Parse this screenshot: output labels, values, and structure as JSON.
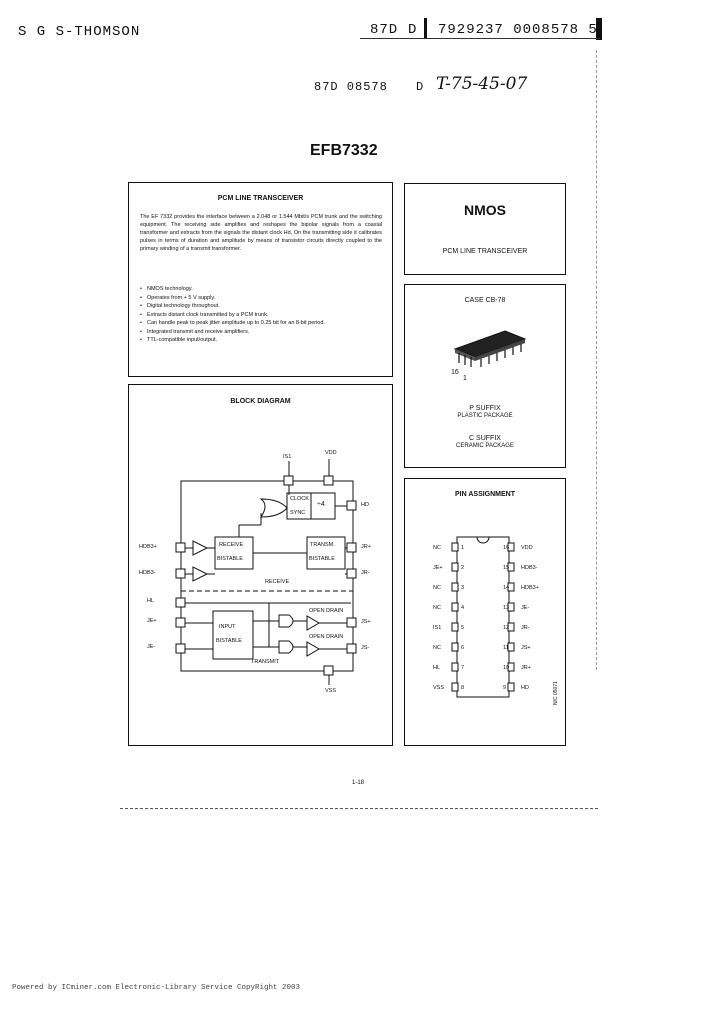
{
  "header": {
    "company": "S G S-THOMSON",
    "code_left": "87D",
    "code_d": "D",
    "code_right": "7929237 0008578 5",
    "sub_code": "87D 08578",
    "sub_d": "D",
    "handwritten": "T-75-45-07"
  },
  "title": "EFB7332",
  "description": {
    "heading": "PCM LINE TRANSCEIVER",
    "paragraph": "The EF 7332 provides the interface between a 2.048 or 1.544 Mbit/s PCM trunk and the switching equipment. The receiving side amplifies and reshapes the bipolar signals from a coaxial transformer and extracts from the signals the distant clock Hd. On the transmitting side it calibrates pulses in terms of duration and amplitude by means of transistor circuits directly coupled to the primary winding of a transmit transformer.",
    "features": [
      "NMOS technology.",
      "Operates from + 5 V supply.",
      "Digital technology throughout.",
      "Extracts distant clock transmitted by a PCM trunk.",
      "Can handle peak to peak jitter amplitude up to 0.25 bit for an 8-bit period.",
      "Integrated transmit and receive amplifiers.",
      "TTL-compatible input/output."
    ]
  },
  "side": {
    "tech": "NMOS",
    "product": "PCM LINE TRANSCEIVER",
    "case": "CASE CB-78",
    "pin16": "16",
    "pin1": "1",
    "p_suffix": "P SUFFIX",
    "p_pkg": "PLASTIC PACKAGE",
    "c_suffix": "C SUFFIX",
    "c_pkg": "CERAMIC PACKAGE"
  },
  "block": {
    "heading": "BLOCK DIAGRAM",
    "clock": "CLOCK",
    "sync": "SYNC",
    "div4": "÷4",
    "receive_bistable_1": "RECEIVE",
    "receive_bistable_2": "BISTABLE",
    "transm_bistable_1": "TRANSM.",
    "transm_bistable_2": "BISTABLE",
    "receive": "RECEIVE",
    "input_bistable_1": "INPUT",
    "input_bistable_2": "BISTABLE",
    "transmit": "TRANSMIT",
    "open_drain_1": "OPEN DRAIN",
    "open_drain_2": "OPEN DRAIN",
    "vdd": "VDD",
    "vss": "VSS",
    "pin_is1": "IS1",
    "sig_hdb3p": "HDB3+",
    "sig_hdb3m": "HDB3-",
    "sig_hl": "HL",
    "sig_jep": "JE+",
    "sig_jem": "JE-",
    "sig_hd": "HD",
    "sig_jrp": "JR+",
    "sig_jrm": "JR-",
    "sig_jsp": "JS+",
    "sig_jsm": "JS-"
  },
  "pins": {
    "heading": "PIN ASSIGNMENT",
    "left": [
      {
        "num": "1",
        "name": "NC"
      },
      {
        "num": "2",
        "name": "JE+"
      },
      {
        "num": "3",
        "name": "NC"
      },
      {
        "num": "4",
        "name": "NC"
      },
      {
        "num": "5",
        "name": "IS1"
      },
      {
        "num": "6",
        "name": "NC"
      },
      {
        "num": "7",
        "name": "HL"
      },
      {
        "num": "8",
        "name": "VSS"
      }
    ],
    "right": [
      {
        "num": "16",
        "name": "VDD"
      },
      {
        "num": "15",
        "name": "HDB3-"
      },
      {
        "num": "14",
        "name": "HDB3+"
      },
      {
        "num": "13",
        "name": "JE-"
      },
      {
        "num": "12",
        "name": "JR-"
      },
      {
        "num": "11",
        "name": "JS+"
      },
      {
        "num": "10",
        "name": "JR+"
      },
      {
        "num": "9",
        "name": "HD"
      }
    ],
    "side_code": "N/C 05071"
  },
  "page_number": "1-18",
  "footer": "Powered by ICminer.com Electronic-Library Service CopyRight 2003"
}
